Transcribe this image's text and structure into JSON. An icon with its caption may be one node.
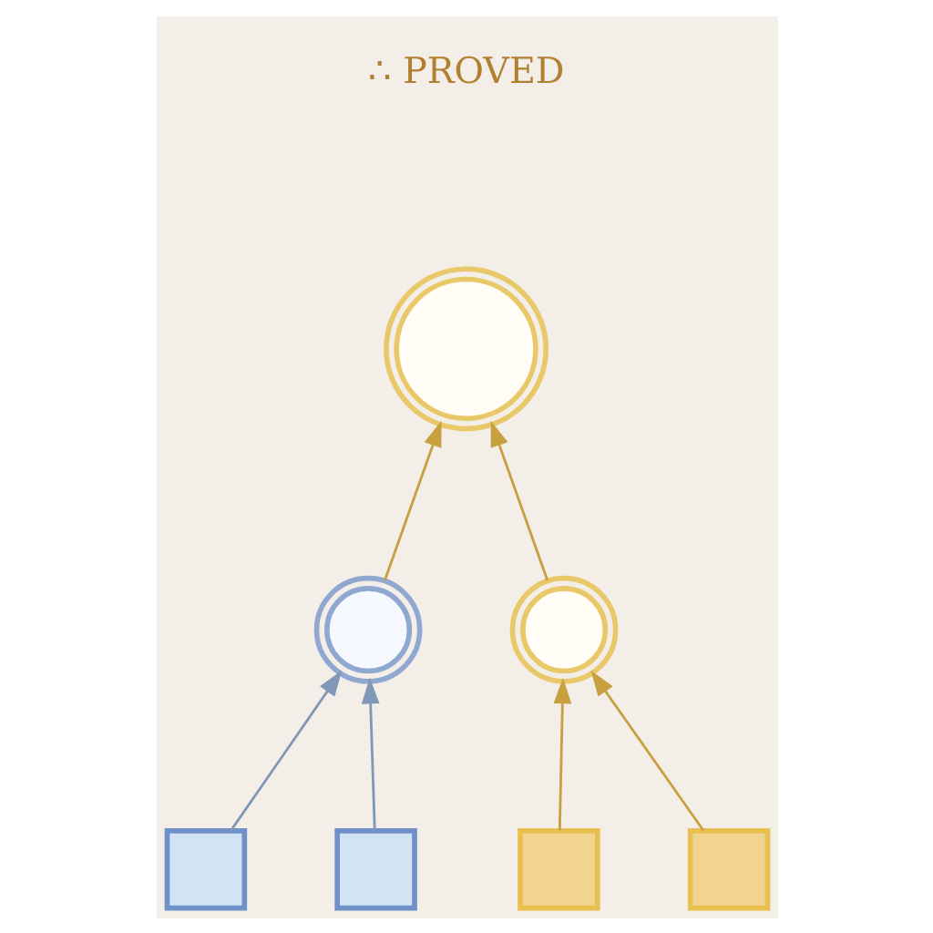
{
  "diagram": {
    "nodes": [
      {
        "text": [],
        "shape": "circle"
      },
      {
        "text": [],
        "shape": "circle"
      },
      {
        "text": [],
        "shape": "circle"
      },
      {
        "text": [],
        "shape": "box"
      },
      {
        "text": [],
        "shape": "box"
      },
      {
        "text": [],
        "shape": "box"
      },
      {
        "text": [],
        "shape": "box"
      }
    ],
    "edges": [
      {
        "from": 3,
        "to": 1,
        "arrow": "to",
        "color": "#8098b8"
      },
      {
        "from": 4,
        "to": 1,
        "arrow": "to",
        "color": "#8098b8"
      },
      {
        "from": 5,
        "to": 2,
        "arrow": "to"
      },
      {
        "from": 6,
        "to": 2,
        "arrow": "to"
      },
      {
        "from": 1,
        "to": 0,
        "arrow": "to"
      },
      {
        "from": 2,
        "to": 0,
        "arrow": "to"
      }
    ],
    "labels": [
      "∴ PROVED"
    ]
  }
}
